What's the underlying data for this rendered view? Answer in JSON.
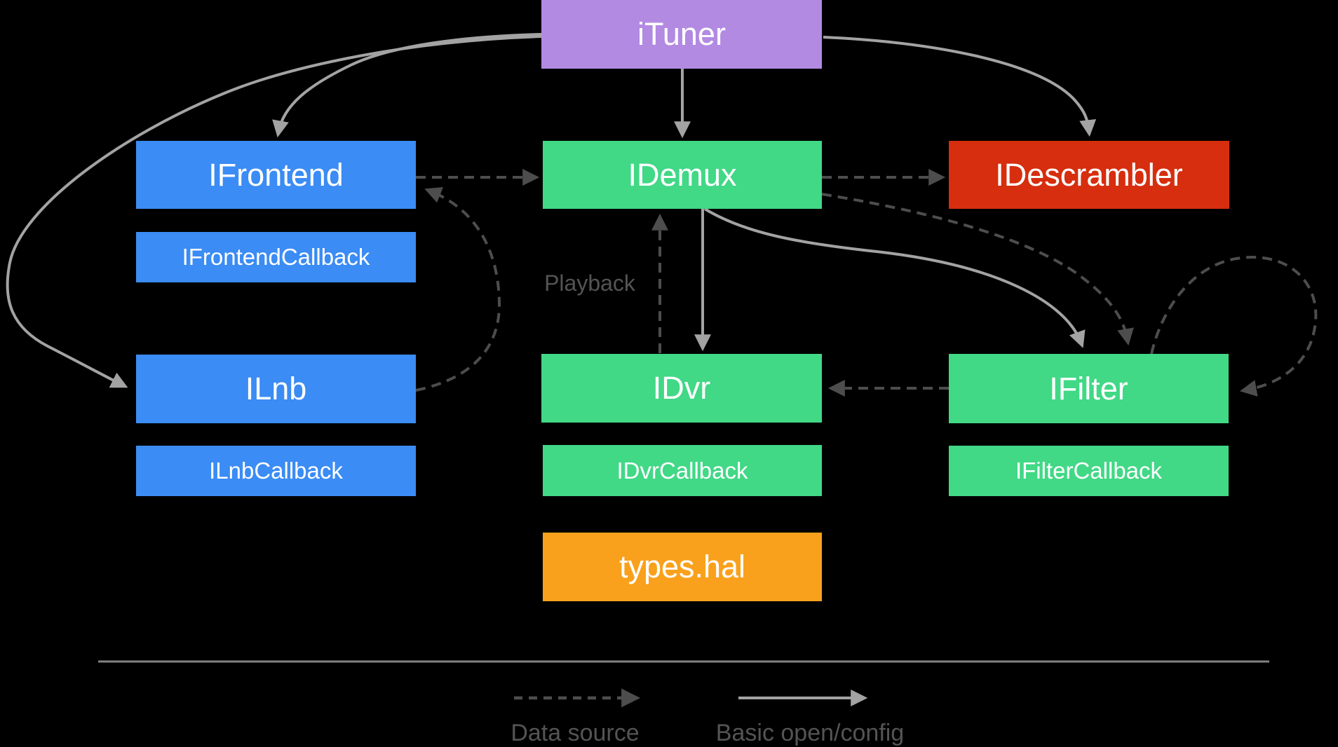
{
  "nodes": {
    "ituner": {
      "label": "iTuner",
      "color": "purple"
    },
    "ifrontend": {
      "label": "IFrontend",
      "color": "blue"
    },
    "ifrontend_callback": {
      "label": "IFrontendCallback",
      "color": "blue"
    },
    "ilnb": {
      "label": "ILnb",
      "color": "blue"
    },
    "ilnb_callback": {
      "label": "ILnbCallback",
      "color": "blue"
    },
    "idemux": {
      "label": "IDemux",
      "color": "green"
    },
    "idvr": {
      "label": "IDvr",
      "color": "green"
    },
    "idvr_callback": {
      "label": "IDvrCallback",
      "color": "green"
    },
    "types_hal": {
      "label": "types.hal",
      "color": "orange"
    },
    "idescrambler": {
      "label": "IDescrambler",
      "color": "red"
    },
    "ifilter": {
      "label": "IFilter",
      "color": "green"
    },
    "ifilter_callback": {
      "label": "IFilterCallback",
      "color": "green"
    }
  },
  "edges": [
    {
      "from": "iTuner",
      "to": "IFrontend",
      "style": "solid"
    },
    {
      "from": "iTuner",
      "to": "IDemux",
      "style": "solid"
    },
    {
      "from": "iTuner",
      "to": "IDescrambler",
      "style": "solid"
    },
    {
      "from": "iTuner",
      "to": "ILnb",
      "style": "solid"
    },
    {
      "from": "IFrontend",
      "to": "IDemux",
      "style": "dashed"
    },
    {
      "from": "IDemux",
      "to": "IDescrambler",
      "style": "dashed"
    },
    {
      "from": "IDemux",
      "to": "IDvr",
      "style": "solid"
    },
    {
      "from": "IDemux",
      "to": "IFilter",
      "style": "solid"
    },
    {
      "from": "IDemux",
      "to": "IFilter",
      "style": "dashed"
    },
    {
      "from": "IDvr",
      "to": "IDemux",
      "style": "dashed",
      "label": "Playback"
    },
    {
      "from": "IFilter",
      "to": "IDvr",
      "style": "dashed"
    },
    {
      "from": "IFilter",
      "to": "IFilter",
      "style": "dashed"
    },
    {
      "from": "ILnb",
      "to": "IFrontend",
      "style": "dashed"
    }
  ],
  "edge_labels": {
    "playback": "Playback"
  },
  "legend": {
    "data_source": "Data source",
    "basic_open_config": "Basic open/config"
  },
  "colors": {
    "background": "#000000",
    "purple": "#b28ae2",
    "blue": "#3b8cf4",
    "green": "#41d886",
    "red": "#d62e0e",
    "orange": "#f9a11c",
    "box_text": "#ffffff",
    "arrow_solid": "#a3a3a3",
    "arrow_dashed": "#4d4d4d",
    "text_muted": "#545454",
    "separator": "#828282"
  }
}
